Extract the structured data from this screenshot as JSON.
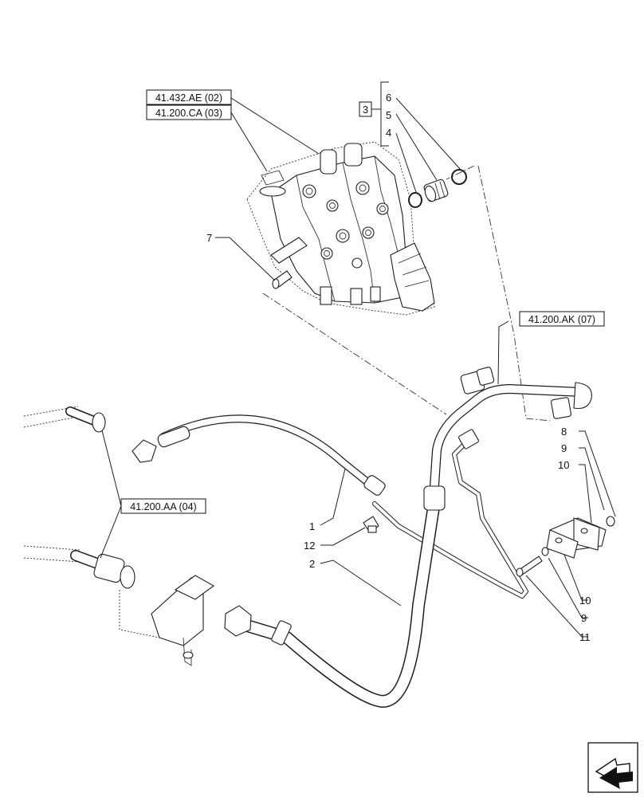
{
  "references": {
    "ref_41432AE": "41.432.AE (02)",
    "ref_41200CA": "41.200.CA (03)",
    "ref_41200AK": "41.200.AK (07)",
    "ref_41200AA": "41.200.AA (04)"
  },
  "group_bracket": {
    "label": "3",
    "items": [
      "6",
      "5",
      "4"
    ]
  },
  "callouts": {
    "c1": "1",
    "c2": "2",
    "c7": "7",
    "c8": "8",
    "c9_top": "9",
    "c10_top": "10",
    "c10_bottom": "10",
    "c9_bottom": "9",
    "c11": "11",
    "c12": "12"
  },
  "nav_icon": "next-page-arrow-icon",
  "colors": {
    "line": "#1e1e1e",
    "background": "#ffffff"
  }
}
